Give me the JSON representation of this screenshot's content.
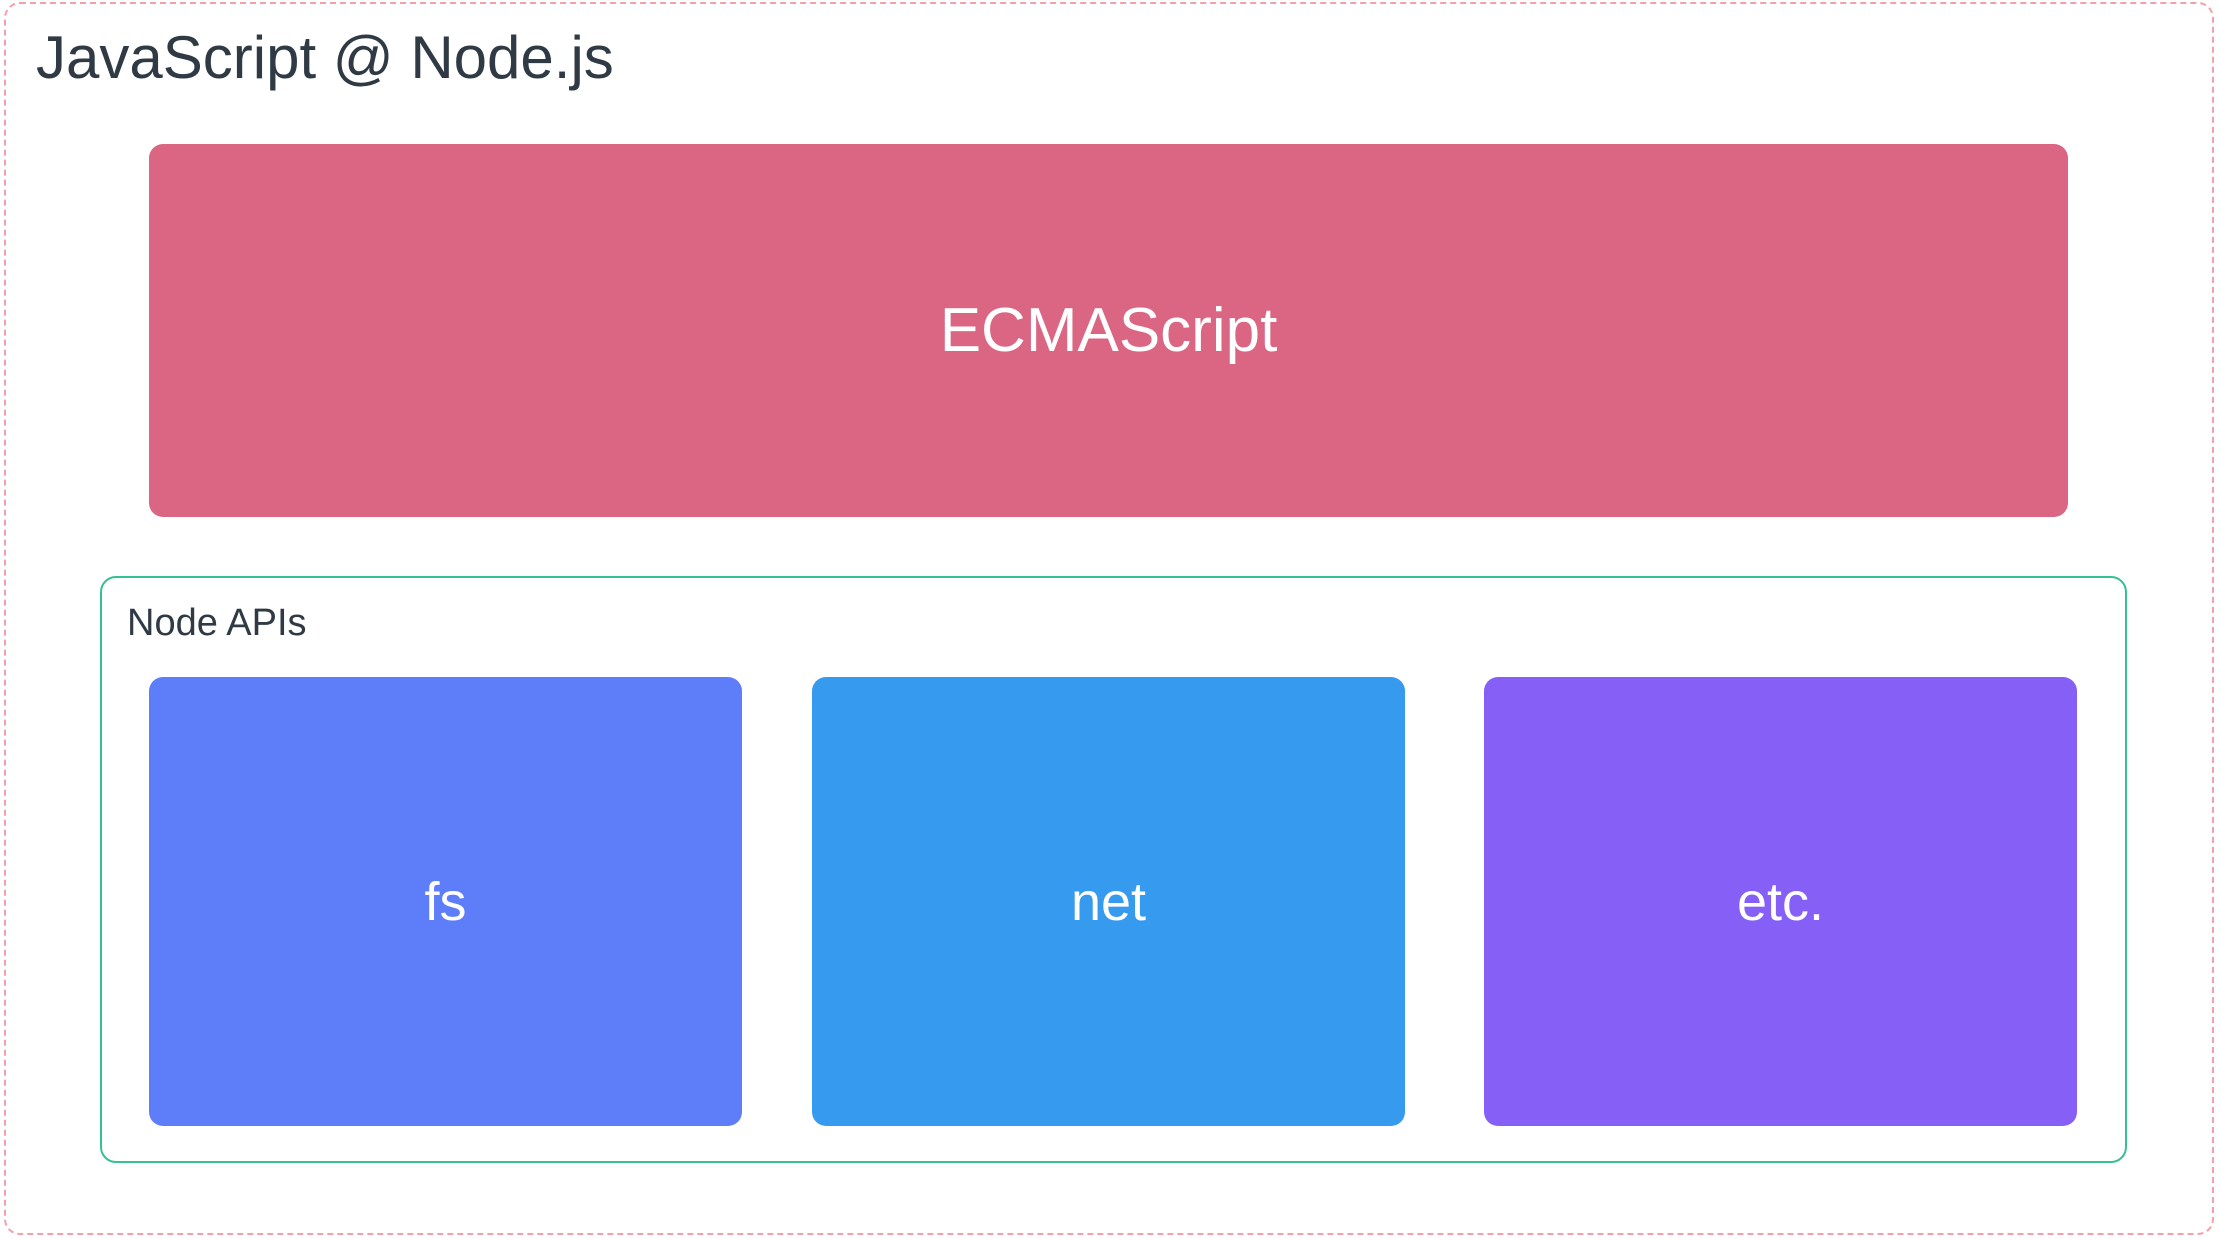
{
  "title": "JavaScript @ Node.js",
  "ecmascript": {
    "label": "ECMAScript",
    "color": "#da6683"
  },
  "node_apis": {
    "label": "Node APIs",
    "border_color": "#35c191",
    "modules": [
      {
        "label": "fs",
        "color": "#5d7ef8"
      },
      {
        "label": "net",
        "color": "#369aee"
      },
      {
        "label": "etc.",
        "color": "#865ff6"
      }
    ]
  }
}
